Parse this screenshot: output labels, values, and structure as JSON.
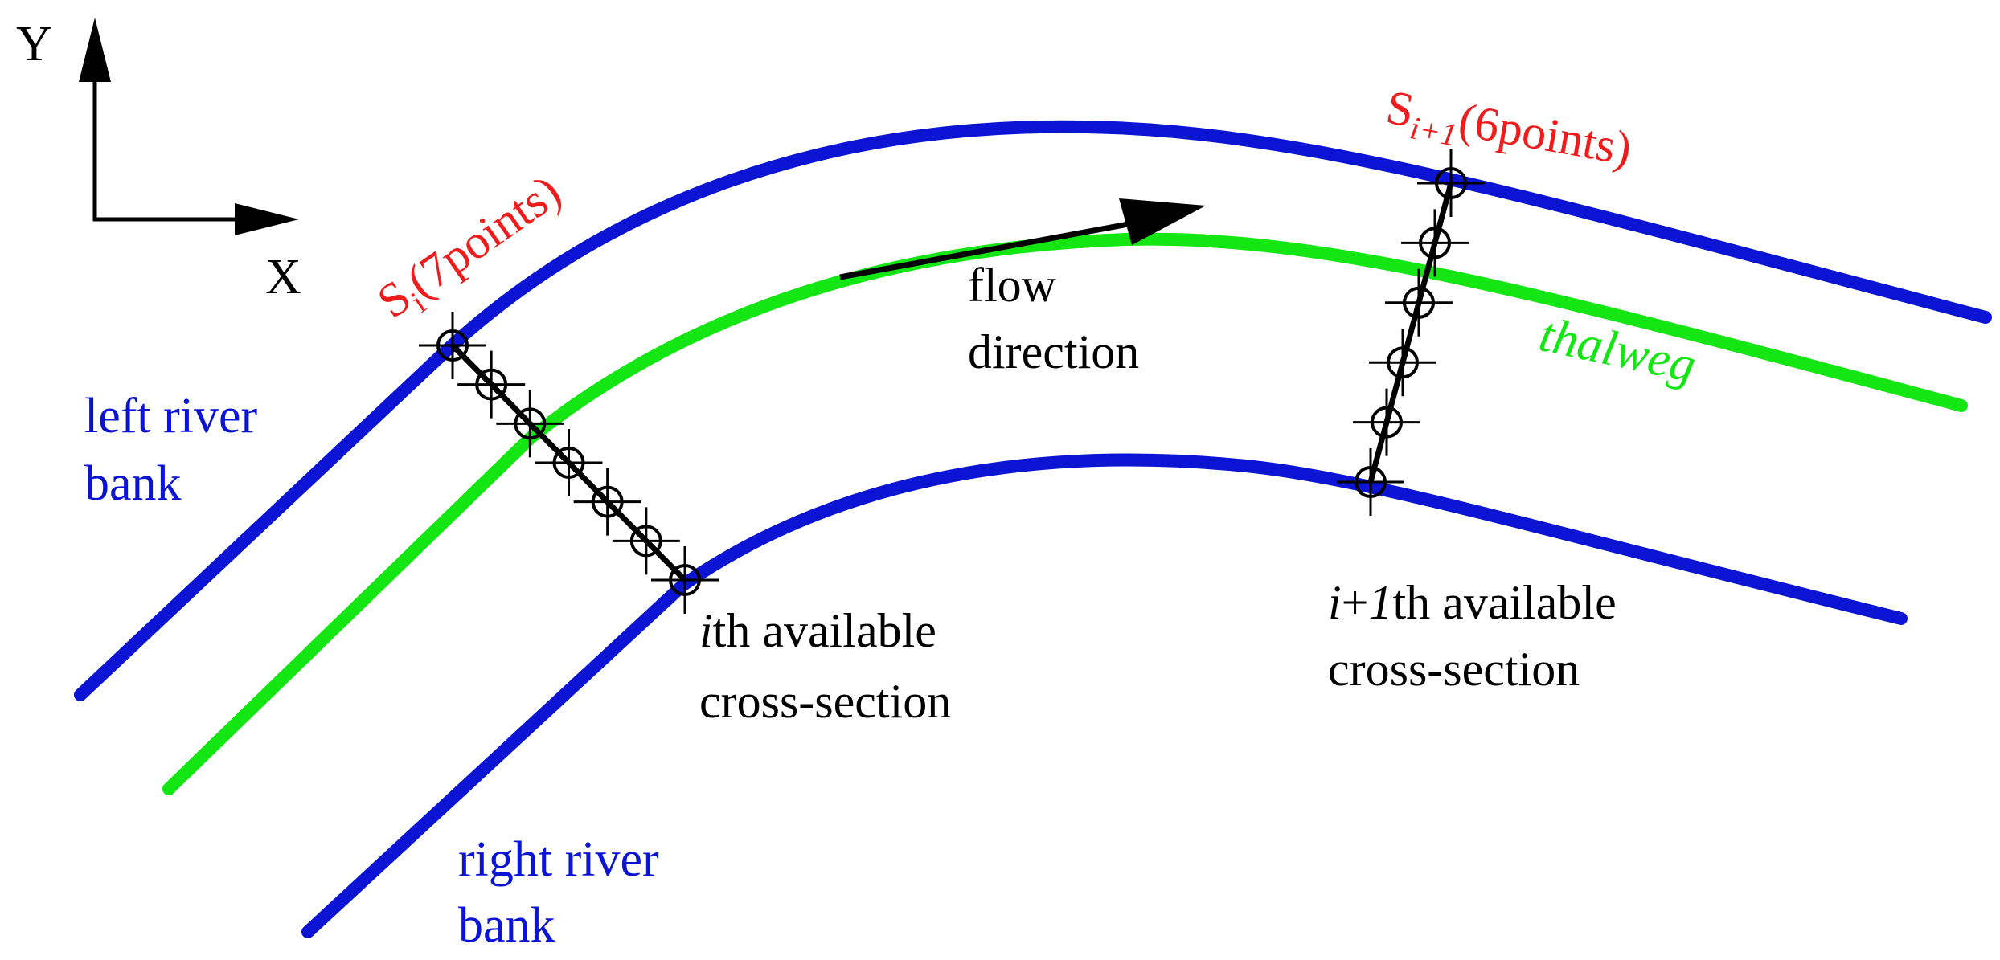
{
  "axes": {
    "y_label": "Y",
    "x_label": "X"
  },
  "banks": {
    "left": {
      "line1": "left river",
      "line2": "bank"
    },
    "right": {
      "line1": "right river",
      "line2": "bank"
    },
    "color": "#0a14d2"
  },
  "thalweg": {
    "label": "thalweg",
    "color": "#14e614"
  },
  "flow": {
    "line1": "flow",
    "line2": "direction"
  },
  "sections": {
    "label_color": "#ee1c1c",
    "section_i": {
      "symbol": "S",
      "subscript": "i",
      "points_text": "(7points)",
      "caption_italic": "i",
      "caption_rest": "th available",
      "caption_line2": "cross-section",
      "point_count": 7
    },
    "section_i1": {
      "symbol": "S",
      "subscript": "i+1",
      "points_text": "(6points)",
      "caption_italic_1": "i",
      "caption_plus": "+",
      "caption_italic_2": "1",
      "caption_rest": "th available",
      "caption_line2": "cross-section",
      "point_count": 6
    }
  }
}
